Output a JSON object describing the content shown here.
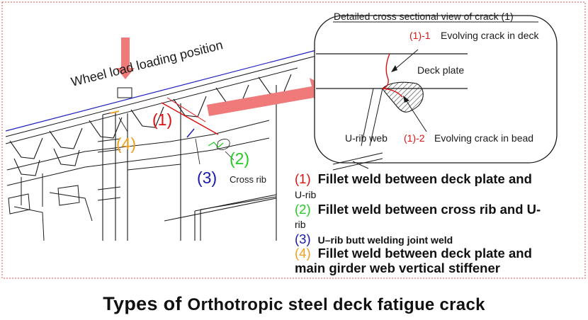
{
  "colors": {
    "red": "#dd1111",
    "green": "#22cc22",
    "blue": "#1a1aaa",
    "orange": "#f0a020",
    "arrow": "#f07a7a",
    "frame": "#e05050",
    "line": "#1a1a1a"
  },
  "labels": {
    "wheel_load": "Wheel load loading position",
    "cross_rib": "Cross rib",
    "num1": "(1)",
    "num2": "(2)",
    "num3": "(3)",
    "num4": "(4)"
  },
  "detail": {
    "title": "Detailed cross sectional view of crack (1)",
    "deck_crack_num": "(1)-1",
    "deck_crack_label": "Evolving crack in deck",
    "deck_plate": "Deck plate",
    "urib_web": "U-rib web",
    "bead_crack_num": "(1)-2",
    "bead_crack_label": "Evolving crack in bead"
  },
  "legend": [
    {
      "num": "(1)",
      "text": "Fillet weld between deck plate and",
      "wrap": "U-rib",
      "color": "#dd1111"
    },
    {
      "num": "(2)",
      "text": "Fillet weld between cross rib and U-",
      "wrap": "rib",
      "color": "#22cc22"
    },
    {
      "num": "(3)",
      "text": "U–rib butt welding joint weld",
      "wrap": "",
      "color": "#1a1aaa"
    },
    {
      "num": "(4)",
      "text": "Fillet weld between deck plate and",
      "wrap": "main girder web vertical stiffener",
      "color": "#f0a020"
    }
  ],
  "caption": {
    "prefix": "Types of",
    "rest": "Orthotropic steel deck fatigue crack"
  }
}
